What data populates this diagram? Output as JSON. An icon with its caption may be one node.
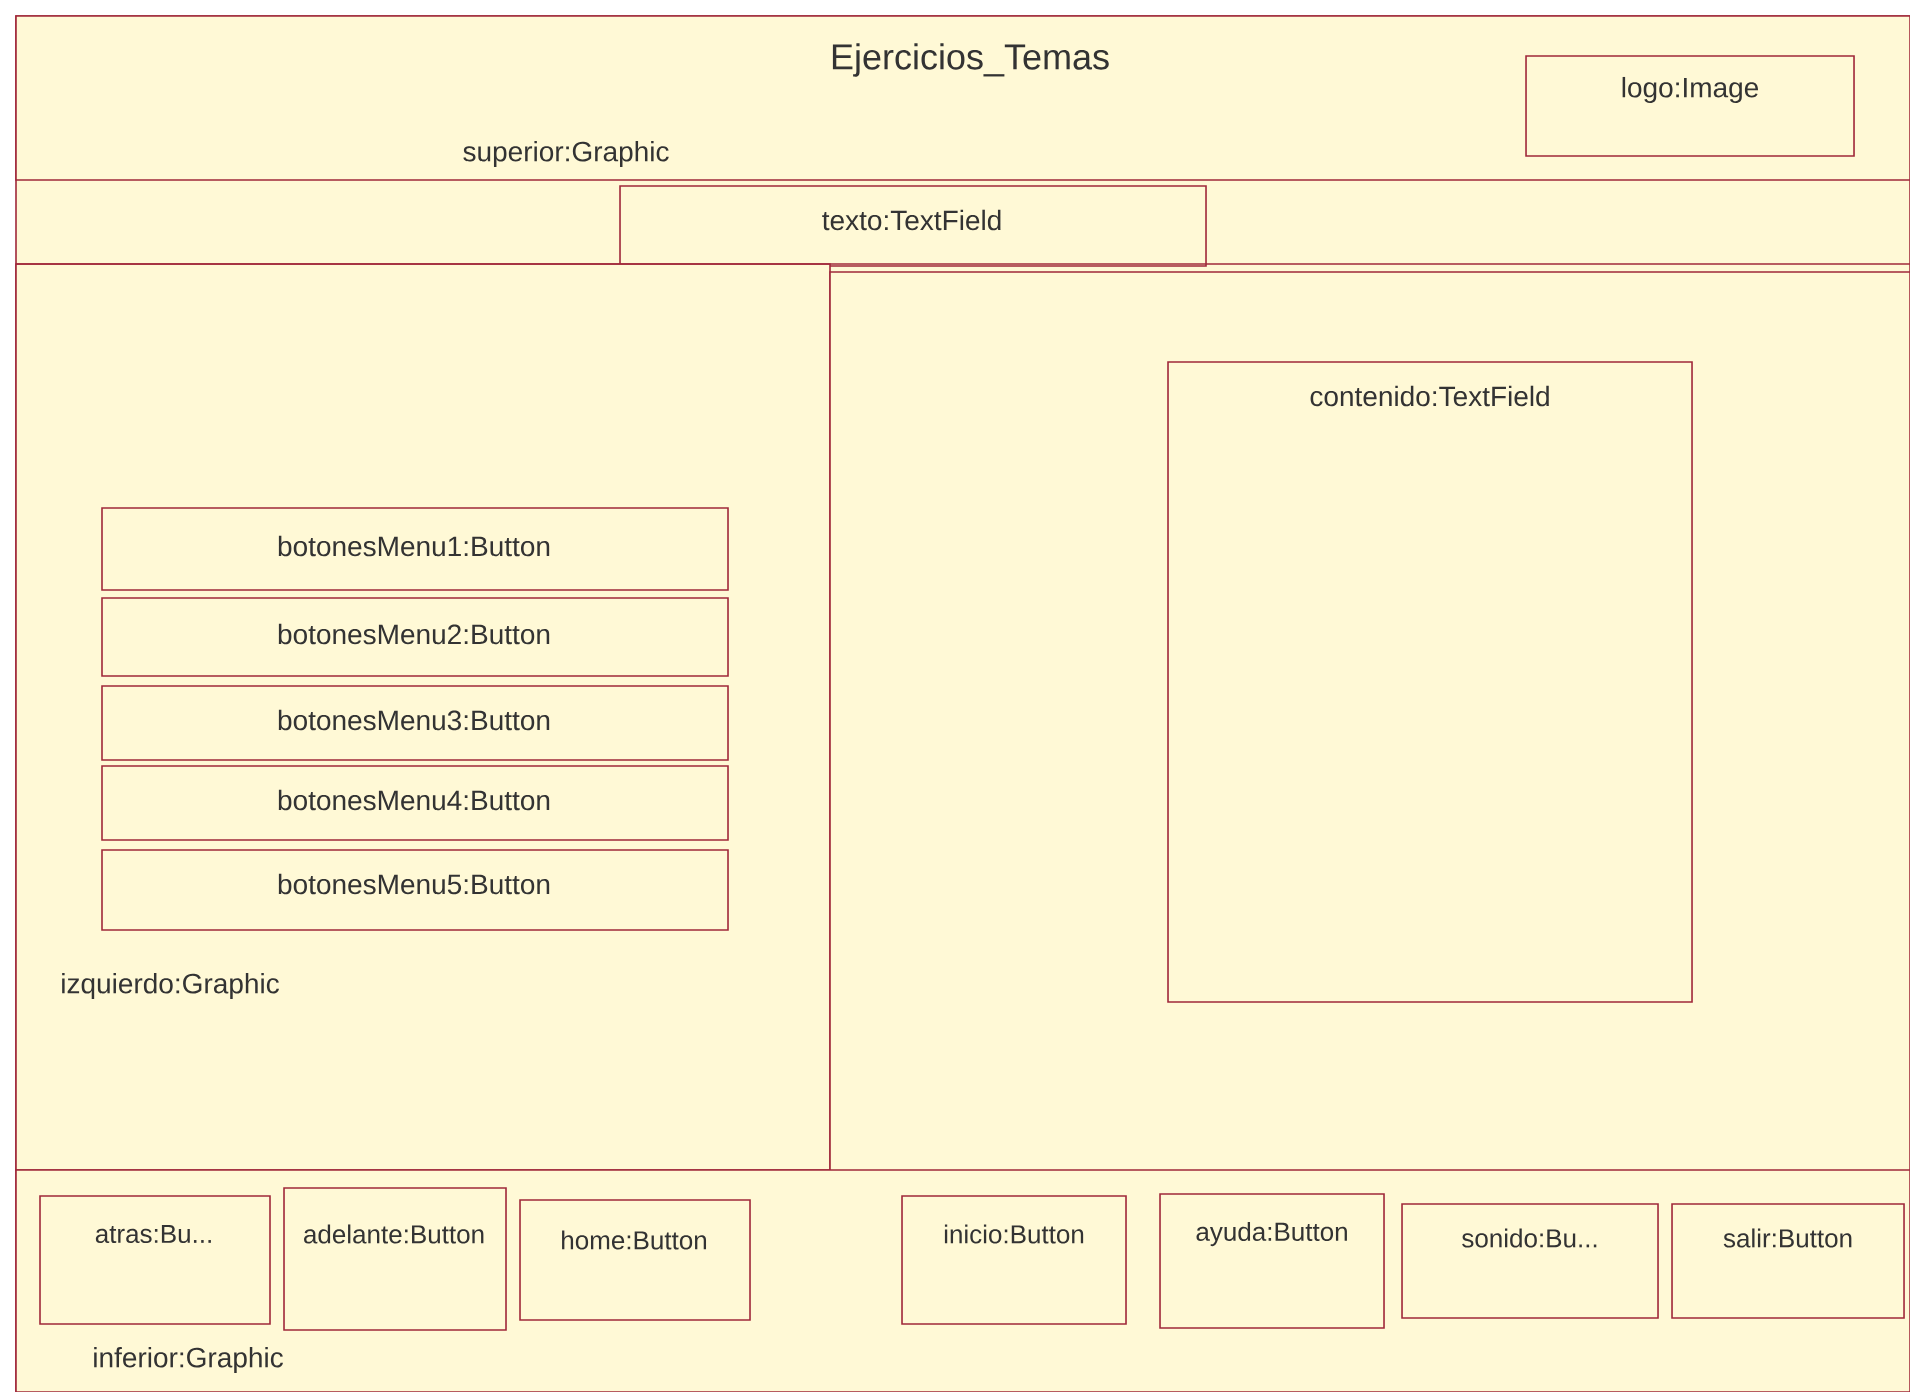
{
  "diagram": {
    "nodes": [
      {
        "text": [
          "Ejercicios_Temas",
          "superior:Graphic"
        ]
      },
      {
        "text": [
          "logo:Image"
        ],
        "in": 0
      },
      {
        "text": [
          "texto:TextField"
        ]
      },
      {
        "text": [
          "izquierdo:Graphic"
        ]
      },
      {
        "text": [
          "botonesMenu1:Button"
        ],
        "in": 3
      },
      {
        "text": [
          "botonesMenu2:Button"
        ],
        "in": 3
      },
      {
        "text": [
          "botonesMenu3:Button"
        ],
        "in": 3
      },
      {
        "text": [
          "botonesMenu4:Button"
        ],
        "in": 3
      },
      {
        "text": [
          "botonesMenu5:Button"
        ],
        "in": 3
      },
      {
        "text": [],
        "shape": "box"
      },
      {
        "text": [
          "contenido:TextField"
        ],
        "in": 9
      },
      {
        "text": [
          "inferior:Graphic"
        ]
      },
      {
        "text": [
          "atras:Bu..."
        ],
        "in": 11
      },
      {
        "text": [
          "adelante:Button"
        ],
        "in": 11
      },
      {
        "text": [
          "home:Button"
        ],
        "in": 11
      },
      {
        "text": [
          "inicio:Button"
        ],
        "in": 11
      },
      {
        "text": [
          "ayuda:Button"
        ],
        "in": 11
      },
      {
        "text": [
          "sonido:Bu..."
        ],
        "in": 11
      },
      {
        "text": [
          "salir:Button"
        ],
        "in": 11
      }
    ]
  }
}
